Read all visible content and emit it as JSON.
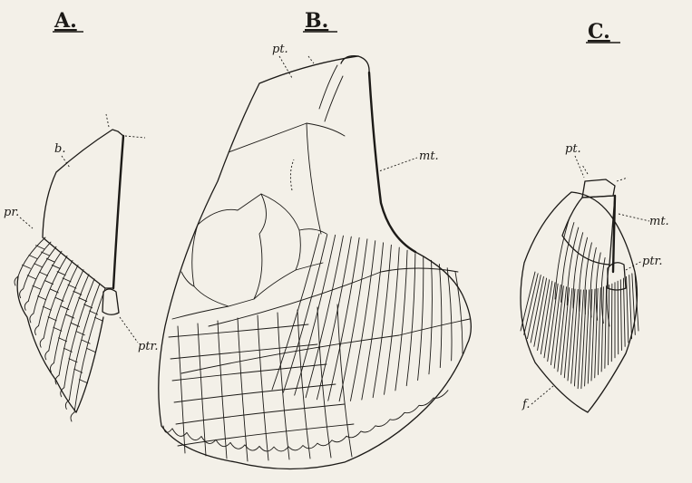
{
  "panels": {
    "a": {
      "label": "A.",
      "annotations": {
        "b": "b.",
        "pr": "pr.",
        "ptr": "ptr."
      }
    },
    "b": {
      "label": "B.",
      "annotations": {
        "pt": "pt.",
        "mt": "mt."
      }
    },
    "c": {
      "label": "C.",
      "annotations": {
        "pt": "pt.",
        "mt": "mt.",
        "ptr": "ptr.",
        "f": "f."
      }
    }
  }
}
